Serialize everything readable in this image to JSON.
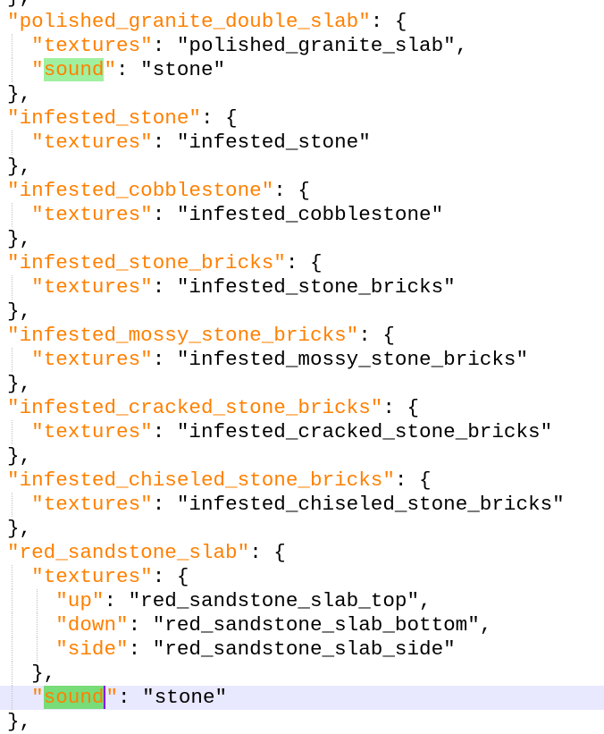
{
  "editor": {
    "highlight_word": "sound",
    "colors": {
      "key": "#ff8000",
      "text": "#000000",
      "highlight": "#a0f0a0",
      "current_line": "#e8e8ff"
    },
    "lines": [
      {
        "i": 0,
        "t": "},"
      },
      {
        "i": 0,
        "k": "polished_granite_double_slab",
        "t": ": {"
      },
      {
        "i": 1,
        "k": "textures",
        "v": "polished_granite_slab",
        "t": ","
      },
      {
        "i": 1,
        "k": "sound",
        "v": "stone",
        "hl": true
      },
      {
        "i": 0,
        "t": "},"
      },
      {
        "i": 0,
        "k": "infested_stone",
        "t": ": {"
      },
      {
        "i": 1,
        "k": "textures",
        "v": "infested_stone"
      },
      {
        "i": 0,
        "t": "},"
      },
      {
        "i": 0,
        "k": "infested_cobblestone",
        "t": ": {"
      },
      {
        "i": 1,
        "k": "textures",
        "v": "infested_cobblestone"
      },
      {
        "i": 0,
        "t": "},"
      },
      {
        "i": 0,
        "k": "infested_stone_bricks",
        "t": ": {"
      },
      {
        "i": 1,
        "k": "textures",
        "v": "infested_stone_bricks"
      },
      {
        "i": 0,
        "t": "},"
      },
      {
        "i": 0,
        "k": "infested_mossy_stone_bricks",
        "t": ": {"
      },
      {
        "i": 1,
        "k": "textures",
        "v": "infested_mossy_stone_bricks"
      },
      {
        "i": 0,
        "t": "},"
      },
      {
        "i": 0,
        "k": "infested_cracked_stone_bricks",
        "t": ": {"
      },
      {
        "i": 1,
        "k": "textures",
        "v": "infested_cracked_stone_bricks"
      },
      {
        "i": 0,
        "t": "},"
      },
      {
        "i": 0,
        "k": "infested_chiseled_stone_bricks",
        "t": ": {"
      },
      {
        "i": 1,
        "k": "textures",
        "v": "infested_chiseled_stone_bricks"
      },
      {
        "i": 0,
        "t": "},"
      },
      {
        "i": 0,
        "k": "red_sandstone_slab",
        "t": ": {"
      },
      {
        "i": 1,
        "k": "textures",
        "t": ": {"
      },
      {
        "i": 2,
        "k": "up",
        "v": "red_sandstone_slab_top",
        "t": ","
      },
      {
        "i": 2,
        "k": "down",
        "v": "red_sandstone_slab_bottom",
        "t": ","
      },
      {
        "i": 2,
        "k": "side",
        "v": "red_sandstone_slab_side"
      },
      {
        "i": 1,
        "t": "},"
      },
      {
        "i": 1,
        "k": "sound",
        "v": "stone",
        "hl": true,
        "current": true
      },
      {
        "i": 0,
        "t": "},"
      }
    ]
  }
}
